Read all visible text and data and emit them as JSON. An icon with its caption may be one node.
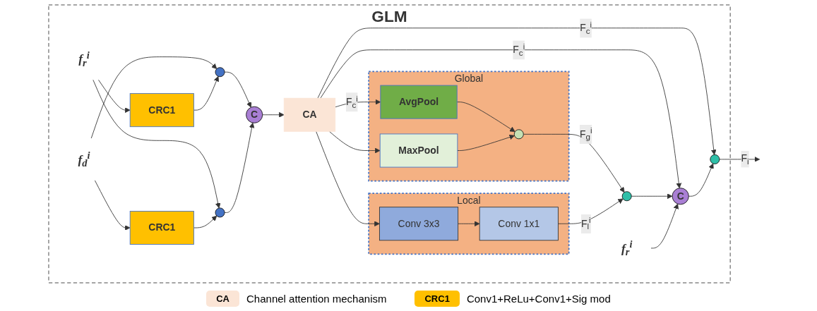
{
  "diagram": {
    "nodes": [
      {
        "text": [
          "GLM"
        ]
      },
      {
        "text": [
          "f$_{r}$$^{i}$"
        ],
        "in": 0
      },
      {
        "text": [
          "f$_{d}$$^{i}$"
        ],
        "in": 0
      },
      {
        "text": [
          "CRC1"
        ],
        "in": 0
      },
      {
        "text": [
          "CRC1"
        ],
        "in": 0
      },
      {
        "text": [],
        "shape": "circle",
        "in": 0
      },
      {
        "text": [],
        "shape": "circle",
        "in": 0
      },
      {
        "text": [
          "C"
        ],
        "in": 0
      },
      {
        "text": [
          "CA"
        ],
        "in": 0
      },
      {
        "text": [
          "Global"
        ],
        "in": 0
      },
      {
        "text": [
          "AvgPool"
        ],
        "in": 9
      },
      {
        "text": [
          "MaxPool"
        ],
        "in": 9
      },
      {
        "text": [],
        "shape": "circle",
        "in": 9
      },
      {
        "text": [
          "Local"
        ],
        "in": 0
      },
      {
        "text": [
          "Conv 3x3"
        ],
        "in": 13
      },
      {
        "text": [
          "Conv 1x1"
        ],
        "in": 13
      },
      {
        "text": [],
        "shape": "circle",
        "in": 0
      },
      {
        "text": [
          "f$_{r}$$^{i}$"
        ],
        "in": 0
      },
      {
        "text": [
          "C"
        ],
        "in": 0
      },
      {
        "text": [],
        "shape": "circle",
        "in": 0
      }
    ],
    "edges": [
      {
        "from": 1,
        "to": 3,
        "arrow": "to"
      },
      {
        "from": 1,
        "to": 6,
        "arrow": "to"
      },
      {
        "from": 2,
        "to": 4,
        "arrow": "to"
      },
      {
        "from": 2,
        "to": 5,
        "arrow": "to"
      },
      {
        "from": 3,
        "to": 5,
        "arrow": "to"
      },
      {
        "from": 4,
        "to": 6,
        "arrow": "to"
      },
      {
        "from": 5,
        "to": 7,
        "arrow": "to"
      },
      {
        "from": 6,
        "to": 7,
        "arrow": "to"
      },
      {
        "from": 7,
        "to": 8,
        "arrow": "to"
      },
      {
        "from": 8,
        "to": 10,
        "arrow": "to",
        "label": "F$_{c}$$^{i}$"
      },
      {
        "from": 8,
        "to": 11,
        "arrow": "to"
      },
      {
        "from": 8,
        "to": 14,
        "arrow": "to"
      },
      {
        "from": 8,
        "to": 18,
        "arrow": "to",
        "label": "F$_{c}$$^{i}$"
      },
      {
        "from": 8,
        "to": 19,
        "arrow": "to",
        "label": "F$_{c}$$^{i}$"
      },
      {
        "from": 10,
        "to": 12,
        "arrow": "to"
      },
      {
        "from": 11,
        "to": 12,
        "arrow": "to"
      },
      {
        "from": 14,
        "to": 15,
        "arrow": "to"
      },
      {
        "from": 12,
        "to": 16,
        "arrow": "to",
        "label": "F$_{g}$$^{i}$"
      },
      {
        "from": 15,
        "to": 16,
        "arrow": "to",
        "label": "F$_{l}$$^{i}$"
      },
      {
        "from": 16,
        "to": 18,
        "arrow": "to"
      },
      {
        "from": 17,
        "to": 18,
        "arrow": "to"
      },
      {
        "from": 18,
        "to": 19,
        "arrow": "to"
      },
      {
        "from": 19,
        "to": null,
        "arrow": "to",
        "label": "F$_{i}$"
      }
    ],
    "labels": [
      "CA",
      "CRC1"
    ],
    "legend": [
      {
        "text": "Channel attention mechanism",
        "color": "#fbe5d6"
      },
      {
        "text": "Conv1+ReLu+Conv1+Sig mod",
        "color": "#ffc000"
      }
    ]
  }
}
